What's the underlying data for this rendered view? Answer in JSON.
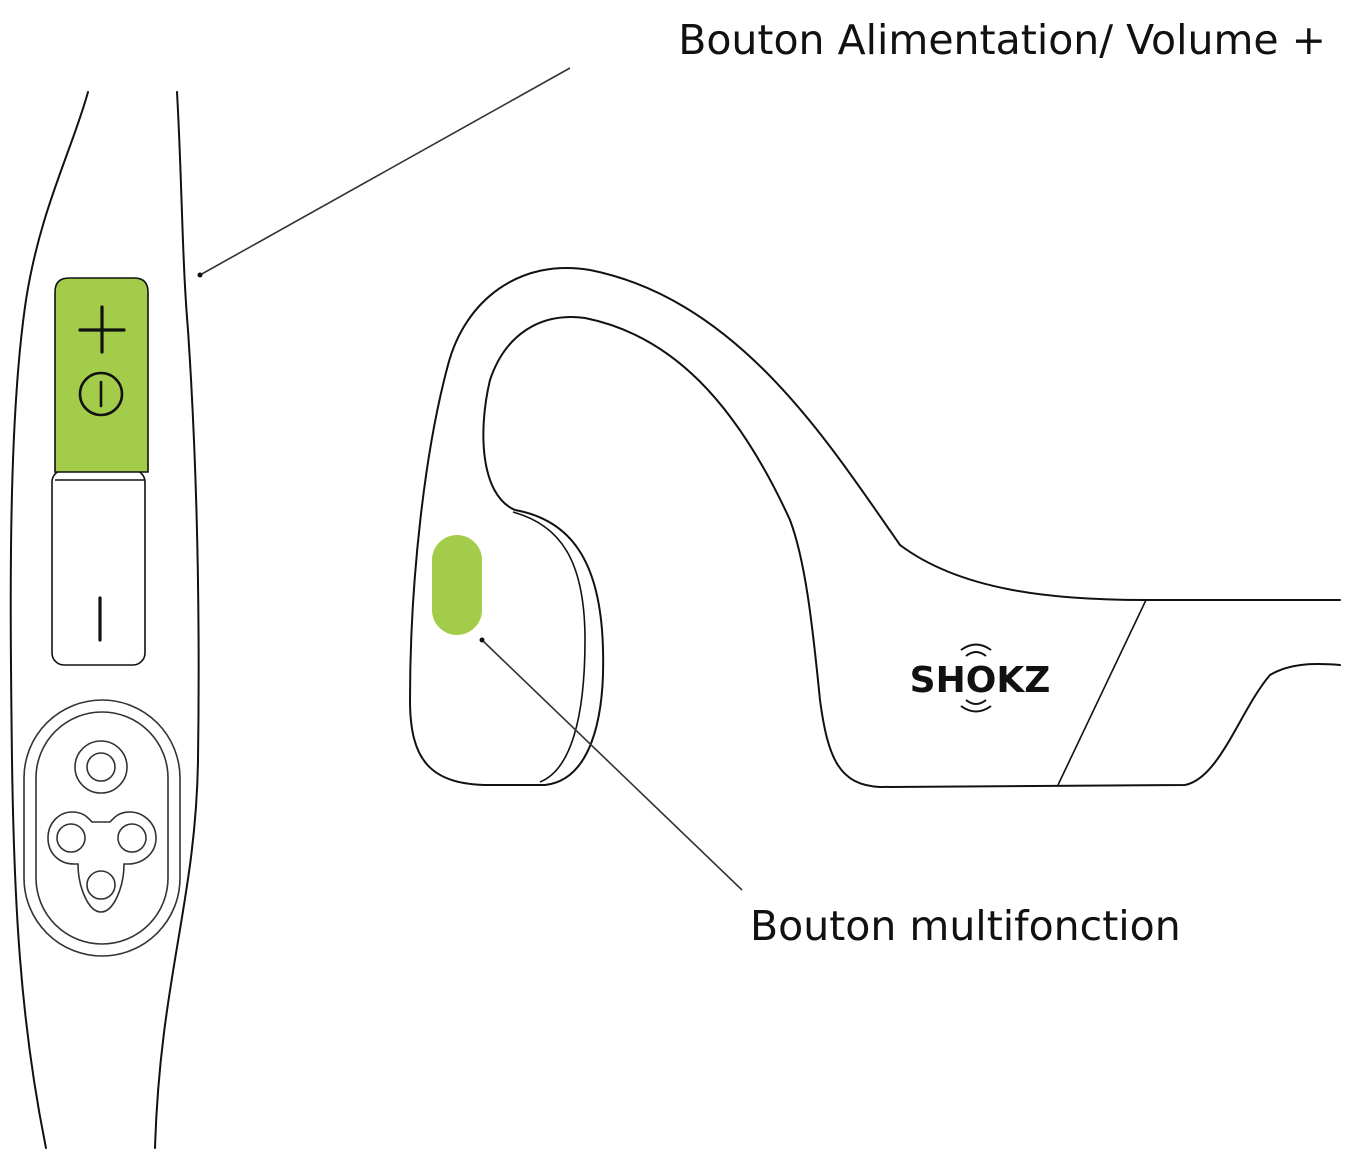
{
  "labels": {
    "power_volume_up": "Bouton Alimentation/ Volume +",
    "multifunction": "Bouton multifonction"
  },
  "brand_text": "SHOKZ",
  "icons": [
    "plus-icon",
    "power-icon",
    "minus-icon",
    "charging-port-icon",
    "sound-wave-icon"
  ],
  "colors": {
    "accent_green": "#a3cc4a",
    "outline": "#111111",
    "background": "#ffffff"
  }
}
